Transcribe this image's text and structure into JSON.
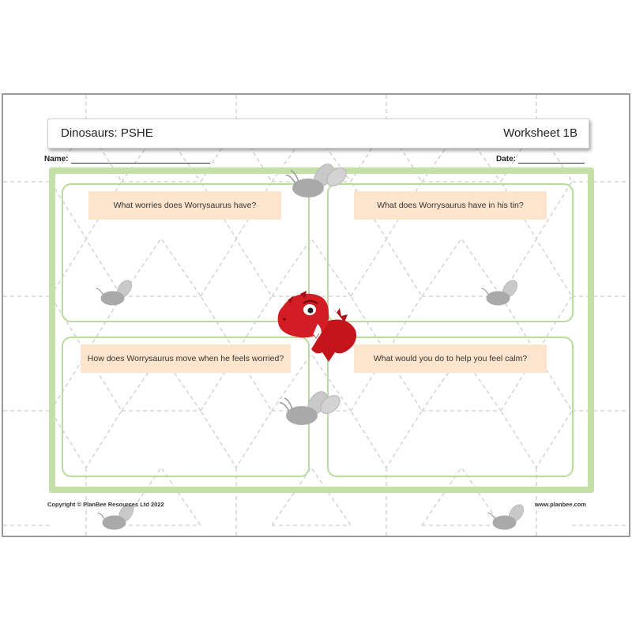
{
  "header": {
    "title": "Dinosaurs: PSHE",
    "worksheet": "Worksheet 1B"
  },
  "fields": {
    "name_label": "Name:",
    "date_label": "Date:"
  },
  "questions": [
    "What worries does Worrysaurus have?",
    "What does Worrysaurus have in his tin?",
    "How does Worrysaurus move when he feels worried?",
    "What would you do to help you feel calm?"
  ],
  "footer": {
    "copyright": "Copyright © PlanBee Resources Ltd 2022",
    "website": "www.planbee.com"
  },
  "colors": {
    "frame_green": "#c5e0a7",
    "panel_green": "#b9dc9b",
    "question_fill": "#fde4cd",
    "dino_red": "#c4151c"
  },
  "icons": [
    "bee-icon",
    "dinosaur-illustration"
  ]
}
